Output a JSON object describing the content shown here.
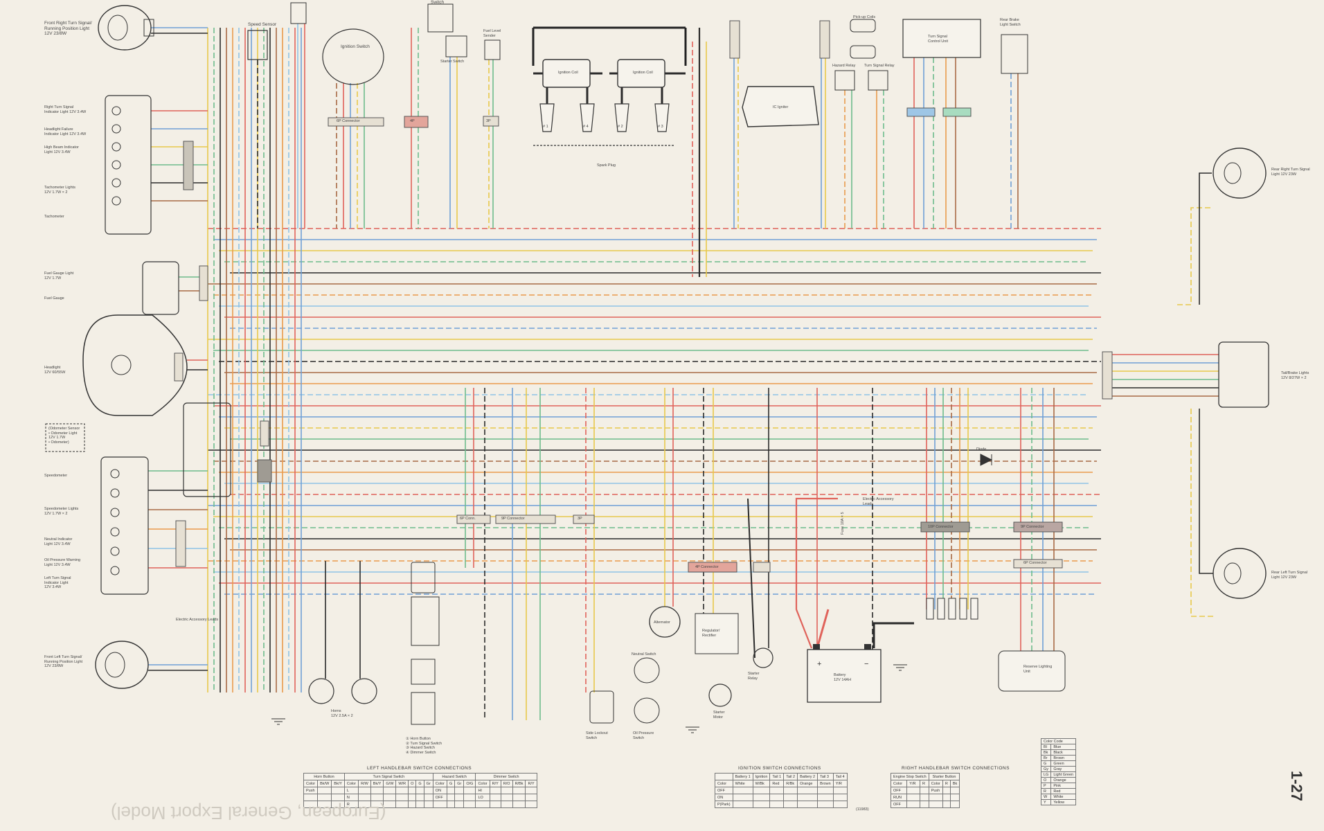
{
  "page_number": "1-27",
  "mirrored_title": "(European, General Export Model)",
  "labels": {
    "front_right_turn": "Front Right Turn Signal/\nRunning Position Light\n12V 23/8W",
    "speed_sensor": "Speed Sensor",
    "ignition_switch": "Ignition Switch",
    "switch": "Switch",
    "starter_switch": "Starter Switch",
    "fuel_level_sender": "Fuel Level\nSender",
    "ignition_coil_1": "Ignition Coil",
    "ignition_coil_2": "Ignition Coil",
    "spark_plug": "Spark Plug",
    "plug_1": "# 1",
    "plug_4": "# 4",
    "plug_2": "# 2",
    "plug_3": "# 3",
    "pick_up_coils": "Pick-up Coils",
    "ic_igniter": "IC Igniter",
    "hazard_relay": "Hazard Relay",
    "turn_signal_relay": "Turn Signal Relay",
    "turn_signal_control_unit": "Turn Signal\nControl Unit",
    "rear_brake_light_switch": "Rear Brake\nLight Switch",
    "right_turn_indicator": "Right Turn Signal\nIndicator Light 12V 3.4W",
    "headlight_failure": "Headlight Failure\nIndicator Light 12V 3.4W",
    "high_beam": "High Beam Indicator\nLight 12V 3.4W",
    "tachometer_lights": "Tachometer Lights\n12V 1.7W × 2",
    "tachometer": "Tachometer",
    "fuel_gauge_light": "Fuel Gauge Light\n12V 1.7W",
    "fuel_gauge": "Fuel Gauge",
    "headlight": "Headlight\n12V 60/55W",
    "odometer": "(Odometer Sensor\n• Odometer Light\n  12V 1.7W\n• Odometer)",
    "speedometer": "Speedometer",
    "speedometer_lights": "Speedometer Lights\n12V 1.7W × 2",
    "neutral_indicator": "Neutral Indicator\nLight 12V 3.4W",
    "oil_pressure": "Oil Pressure Warning\nLight 12V 3.4W",
    "left_turn_indicator": "Left Turn Signal\nIndicator Light\n12V 3.4W",
    "electric_accessory_leads_left": "Electric Accessory Leads",
    "front_left_turn": "Front Left Turn Signal/\nRunning Position Light\n12V 23/8W",
    "horns": "Horns\n12V 2.5A × 2",
    "rear_right_turn": "Rear Right Turn Signal\nLight 12V 23W",
    "tail_brake": "Tail/Brake Lights\n12V 8/27W × 2",
    "rear_left_turn": "Rear Left Turn Signal\nLight 12V 23W",
    "diode": "Diode",
    "electric_accessory_leads_center": "Electric Accessory\nLeads",
    "fuse_box": "Fuse 10A × 5",
    "alternator": "Alternator",
    "regulator_rectifier": "Regulator/\nRectifier",
    "starter_relay": "Starter\nRelay",
    "starter_motor": "Starter\nMotor",
    "battery": "Battery\n12V 14AH",
    "neutral_switch": "Neutral Switch",
    "oil_pressure_switch": "Oil Pressure\nSwitch",
    "side_lockout_switch": "Side Lockout\nSwitch",
    "reserve_lighting_unit": "Reserve Lighting\nUnit",
    "switch_legend": "① Horn Button\n② Turn Signal Switch\n③ Hazard Switch\n④ Dimmer Switch",
    "conn_4p": "4P",
    "conn_3p": "3P",
    "conn_6p_connector": "6P Connector",
    "conn_6p_conn": "6P Conn.",
    "conn_4p_connector": "4P Connector",
    "conn_9p_connector": "9P Connector",
    "conn_10p_connector": "10P Connector"
  },
  "left_table": {
    "title": "LEFT HANDLEBAR SWITCH CONNECTIONS",
    "groups": [
      "Horn Button",
      "Turn Signal Switch",
      "Hazard Switch",
      "Dimmer Switch"
    ],
    "horn": {
      "header": [
        "Color",
        "Bk/W",
        "Bk/Y"
      ],
      "rows": [
        [
          "Push",
          "",
          ""
        ]
      ]
    },
    "turn": {
      "header": [
        "Color",
        "R/W",
        "Bk/Y",
        "G/W",
        "W/R",
        "O",
        "G",
        "Gr"
      ],
      "rows": [
        [
          "L",
          "",
          "",
          "",
          "",
          "",
          "",
          ""
        ],
        [
          "N",
          "",
          "",
          "",
          "",
          "",
          "",
          ""
        ],
        [
          "R",
          "",
          "",
          "",
          "",
          "",
          "",
          ""
        ]
      ]
    },
    "hazard": {
      "header": [
        "Color",
        "G",
        "Gr",
        "O/G"
      ],
      "rows": [
        [
          "ON",
          "",
          "",
          ""
        ],
        [
          "OFF",
          "",
          "",
          ""
        ]
      ]
    },
    "dimmer": {
      "header": [
        "Color",
        "R/Y",
        "R/O",
        "R/Bk",
        "R/Y"
      ],
      "rows": [
        [
          "HI",
          "",
          "",
          "",
          ""
        ],
        [
          "LO",
          "",
          "",
          "",
          ""
        ]
      ]
    }
  },
  "ignition_table": {
    "title": "IGNITION SWITCH CONNECTIONS",
    "header": [
      "",
      "Battery 1",
      "Ignition",
      "Tail 1",
      "Tail 2",
      "Battery 2",
      "Tail 3",
      "Tail 4"
    ],
    "colors": [
      "Color",
      "White",
      "W/Bk",
      "Red",
      "R/Bk",
      "Orange",
      "Brown",
      "Y/R"
    ],
    "rows": [
      "OFF",
      "ON",
      "P(Park)"
    ],
    "note": "(11983)"
  },
  "right_table": {
    "title": "RIGHT HANDLEBAR SWITCH CONNECTIONS",
    "groups": [
      "Engine Stop Switch",
      "Starter Button"
    ],
    "header": [
      "Color",
      "Y/R",
      "R",
      "Color",
      "R",
      "Bk"
    ],
    "rows": [
      [
        "OFF",
        "",
        "",
        "Push",
        "",
        ""
      ],
      [
        "RUN",
        "",
        "",
        "",
        "",
        ""
      ],
      [
        "OFF",
        "",
        "",
        "",
        "",
        ""
      ]
    ]
  },
  "color_code": {
    "title": "Color Code",
    "entries": [
      [
        "Bl",
        "Blue"
      ],
      [
        "Bk",
        "Black"
      ],
      [
        "Br",
        "Brown"
      ],
      [
        "G",
        "Green"
      ],
      [
        "Gy",
        "Gray"
      ],
      [
        "LG",
        "Light Green"
      ],
      [
        "O",
        "Orange"
      ],
      [
        "P",
        "Pink"
      ],
      [
        "R",
        "Red"
      ],
      [
        "W",
        "White"
      ],
      [
        "Y",
        "Yellow"
      ]
    ]
  },
  "wire_colors": {
    "black": "#2a2a2a",
    "red": "#e0625a",
    "blue": "#6f9fd6",
    "yellow": "#e8c84a",
    "green": "#6dbb8c",
    "brown": "#a86a45",
    "orange": "#e99a4c",
    "white": "#d8d4cc",
    "lightblue": "#8fc3e6"
  }
}
